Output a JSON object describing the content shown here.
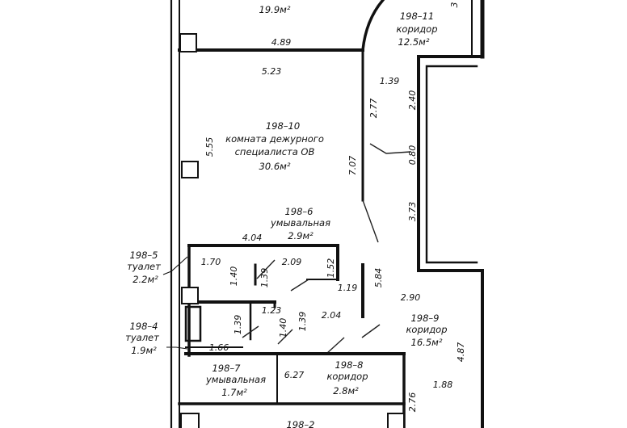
{
  "rooms": {
    "top_area": "19.9м²",
    "r198_11": {
      "id": "198–11",
      "name": "коридор",
      "area": "12.5м²"
    },
    "r198_10": {
      "id": "198–10",
      "name_line1": "комната дежурного",
      "name_line2": "специалиста ОВ",
      "area": "30.6м²"
    },
    "r198_6": {
      "id": "198–6",
      "name": "умывальная",
      "area": "2.9м²"
    },
    "r198_5": {
      "id": "198–5",
      "name": "туалет",
      "area": "2.2м²"
    },
    "r198_4": {
      "id": "198–4",
      "name": "туалет",
      "area": "1.9м²"
    },
    "r198_7": {
      "id": "198–7",
      "name": "умывальная",
      "area": "1.7м²"
    },
    "r198_8": {
      "id": "198–8",
      "name": "коридор",
      "area": "2.8м²"
    },
    "r198_9": {
      "id": "198–9",
      "name": "коридор",
      "area": "16.5м²"
    },
    "r198_2": {
      "id": "198–2"
    }
  },
  "dimensions": {
    "d489": "4.89",
    "d523": "5.23",
    "d555": "5.55",
    "d707": "7.07",
    "d277": "2.77",
    "d139": "1.39",
    "d240": "2.40",
    "d080": "0.80",
    "d373": "3.73",
    "d404": "4.04",
    "d170": "1.70",
    "d140": "1.40",
    "d139b": "1.39",
    "d209": "2.09",
    "d152": "1.52",
    "d119": "1.19",
    "d584": "5.84",
    "d290": "2.90",
    "d123": "1.23",
    "d139c": "1.39",
    "d140b": "1.40",
    "d139d": "1.39",
    "d204": "2.04",
    "d166": "1.66",
    "d627": "6.27",
    "d188": "1.88",
    "d487": "4.87",
    "d276": "2.76",
    "d_top_right": "3"
  }
}
